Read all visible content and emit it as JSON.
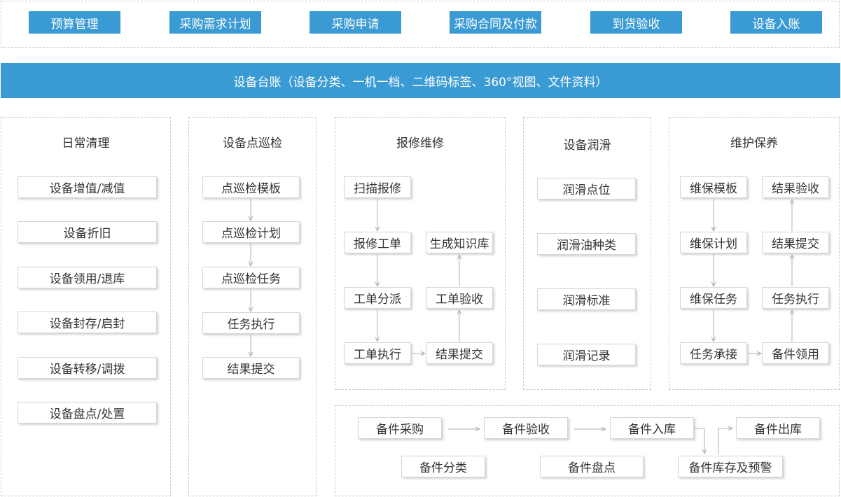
{
  "top_nav": [
    "预算管理",
    "采购需求计划",
    "采购申请",
    "采购合同及付款",
    "到货验收",
    "设备入账"
  ],
  "banner": "设备台账（设备分类、一机一档、二维码标签、360°视图、文件资料）",
  "sections": {
    "daily": {
      "title": "日常清理",
      "items": [
        "设备增值/减值",
        "设备折旧",
        "设备领用/退库",
        "设备封存/启封",
        "设备转移/调拨",
        "设备盘点/处置"
      ]
    },
    "inspection": {
      "title": "设备点巡检",
      "items": [
        "点巡检模板",
        "点巡检计划",
        "点巡检任务",
        "任务执行",
        "结果提交"
      ]
    },
    "repair": {
      "title": "报修维修",
      "left": [
        "扫描报修",
        "报修工单",
        "工单分派",
        "工单执行"
      ],
      "right": [
        "生成知识库",
        "工单验收",
        "结果提交"
      ]
    },
    "lubrication": {
      "title": "设备润滑",
      "items": [
        "润滑点位",
        "润滑油种类",
        "润滑标准",
        "润滑记录"
      ]
    },
    "maintenance": {
      "title": "维护保养",
      "left": [
        "维保模板",
        "维保计划",
        "维保任务",
        "任务承接"
      ],
      "right": [
        "结果验收",
        "结果提交",
        "任务执行",
        "备件领用"
      ]
    },
    "spare_parts": {
      "flow": [
        "备件采购",
        "备件验收",
        "备件入库",
        "备件出库"
      ],
      "bottom": [
        "备件分类",
        "备件盘点",
        "备件库存及预警"
      ]
    }
  },
  "colors": {
    "accent": "#3a9ad3",
    "arrow": "#b0b0b0",
    "dashed_border": "#c9c9c9"
  }
}
